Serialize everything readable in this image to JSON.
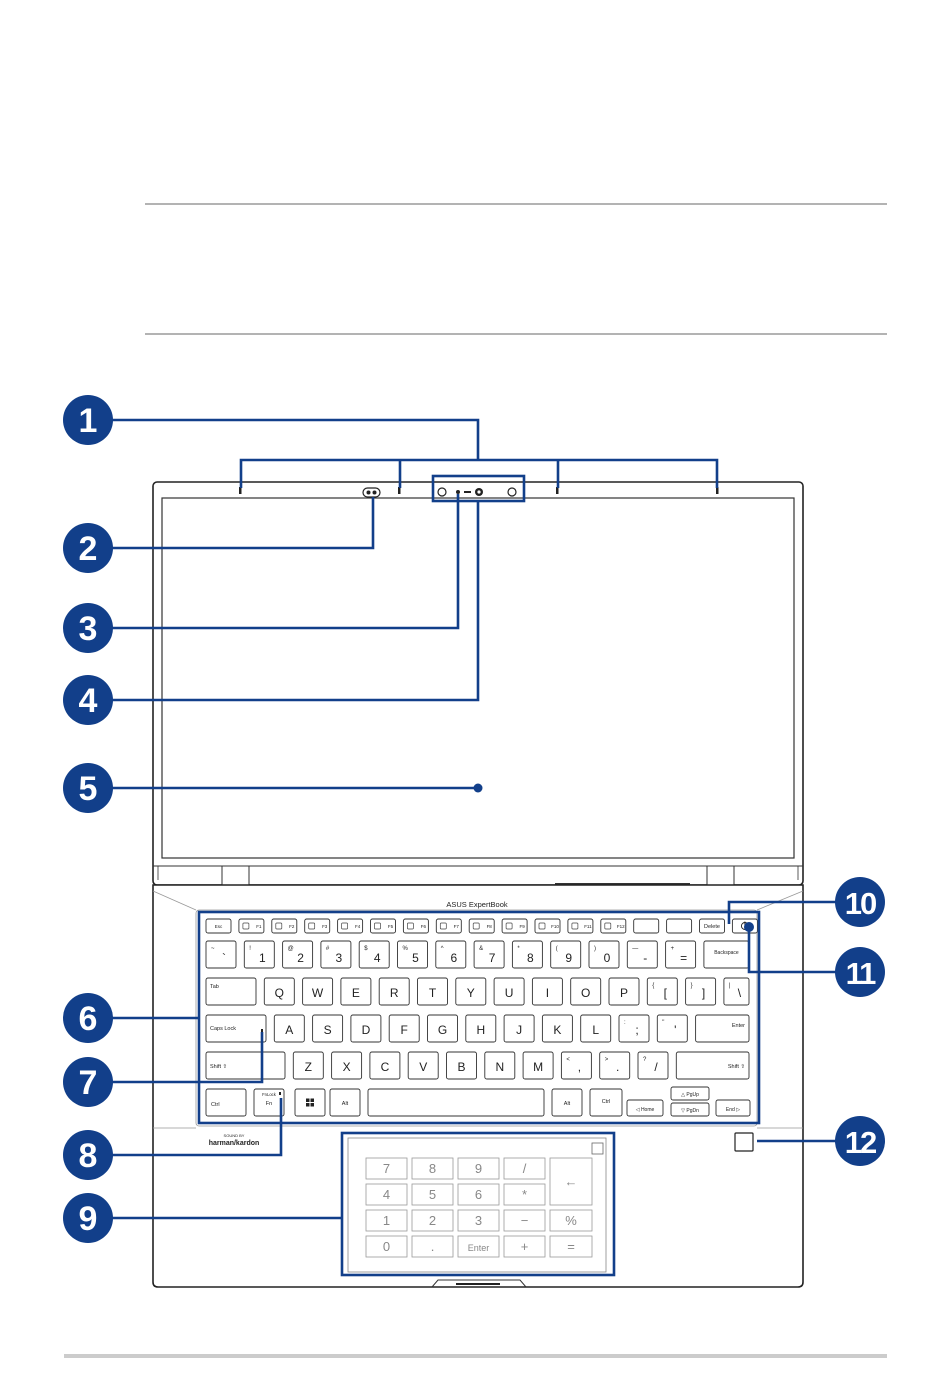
{
  "accent_color": "#123f8a",
  "callouts": [
    {
      "number": "1",
      "target": "microphones"
    },
    {
      "number": "2",
      "target": "webcam-shield"
    },
    {
      "number": "3",
      "target": "camera-indicator"
    },
    {
      "number": "4",
      "target": "camera"
    },
    {
      "number": "5",
      "target": "display-panel"
    },
    {
      "number": "6",
      "target": "keyboard"
    },
    {
      "number": "7",
      "target": "caps-lock-indicator"
    },
    {
      "number": "8",
      "target": "function-lock-indicator"
    },
    {
      "number": "9",
      "target": "numberpad-touchpad"
    },
    {
      "number": "10",
      "target": "power-indicator"
    },
    {
      "number": "11",
      "target": "power-button"
    },
    {
      "number": "12",
      "target": "fingerprint-sensor"
    }
  ],
  "labels": {
    "brand": "ASUS ExpertBook",
    "audio_small": "SOUND BY",
    "audio_brand": "harman/kardon",
    "fn_lock": "FnLock",
    "fn": "Fn"
  },
  "keyboard": {
    "row0": [
      "Esc",
      "F1",
      "F2",
      "F3",
      "F4",
      "F5",
      "F6",
      "F7",
      "F8",
      "F9",
      "F10",
      "F11",
      "F12",
      "",
      "",
      "Delete",
      ""
    ],
    "row1": [
      {
        "top": "~",
        "main": "`"
      },
      {
        "top": "!",
        "main": "1"
      },
      {
        "top": "@",
        "main": "2"
      },
      {
        "top": "#",
        "main": "3"
      },
      {
        "top": "$",
        "main": "4"
      },
      {
        "top": "%",
        "main": "5"
      },
      {
        "top": "^",
        "main": "6"
      },
      {
        "top": "&",
        "main": "7"
      },
      {
        "top": "*",
        "main": "8"
      },
      {
        "top": "(",
        "main": "9"
      },
      {
        "top": ")",
        "main": "0"
      },
      {
        "top": "—",
        "main": "-"
      },
      {
        "top": "+",
        "main": "="
      },
      {
        "top": "",
        "main": "Backspace"
      }
    ],
    "row2": [
      "Tab",
      "Q",
      "W",
      "E",
      "R",
      "T",
      "Y",
      "U",
      "I",
      "O",
      "P",
      "[",
      "]",
      "\\"
    ],
    "row2_top": [
      "",
      "",
      "",
      "",
      "",
      "",
      "",
      "",
      "",
      "",
      "",
      "{",
      "}",
      "|"
    ],
    "row3": [
      "Caps Lock",
      "A",
      "S",
      "D",
      "F",
      "G",
      "H",
      "J",
      "K",
      "L",
      ";",
      "'",
      "Enter"
    ],
    "row3_top": [
      "",
      "",
      "",
      "",
      "",
      "",
      "",
      "",
      "",
      "",
      ":",
      "\"",
      ""
    ],
    "row4": [
      "Shift ⇧",
      "Z",
      "X",
      "C",
      "V",
      "B",
      "N",
      "M",
      ",",
      ".",
      "/",
      "Shift ⇧"
    ],
    "row4_top": [
      "",
      "",
      "",
      "",
      "",
      "",
      "",
      "",
      "<",
      ">",
      "?",
      ""
    ],
    "row5": [
      "Ctrl",
      "Fn",
      "",
      "Alt",
      "",
      "Alt",
      "Ctrl",
      "◁ Home",
      "PgUp",
      "PgDn",
      "End ▷"
    ]
  },
  "numpad": {
    "rows": [
      [
        "7",
        "8",
        "9",
        "/",
        ""
      ],
      [
        "4",
        "5",
        "6",
        "*",
        ""
      ],
      [
        "1",
        "2",
        "3",
        "−",
        "%"
      ],
      [
        "0",
        ".",
        "Enter",
        "+",
        "="
      ]
    ],
    "backspace": "←"
  }
}
